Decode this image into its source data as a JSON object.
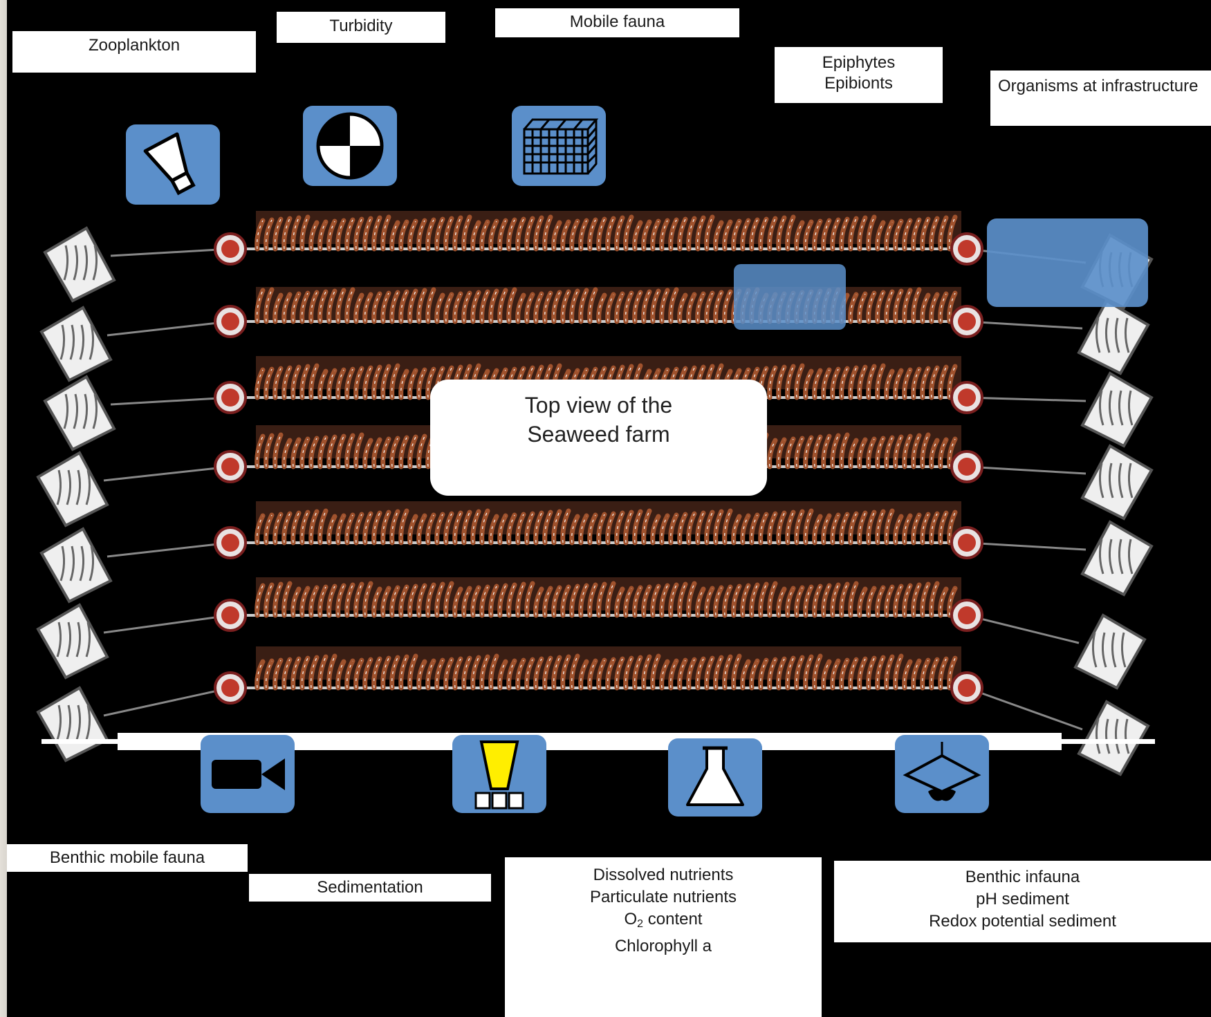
{
  "labels": {
    "zooplankton": "Zooplankton",
    "turbidity": "Turbidity",
    "mobile_fauna": "Mobile fauna",
    "epiphytes": [
      "Epiphytes",
      "Epibionts"
    ],
    "organisms_infrastructure": "Organisms at infrastructure",
    "benthic_mobile_fauna": "Benthic mobile fauna",
    "sedimentation": "Sedimentation",
    "water_parameters": [
      "Dissolved nutrients",
      "Particulate nutrients",
      "O",
      "content",
      "Chlorophyll a"
    ],
    "o2_subscript": "2",
    "benthic_infauna": [
      "Benthic infauna",
      "pH sediment",
      "Redox potential sediment"
    ]
  },
  "center_box": [
    "Top view of the",
    "Seaweed farm"
  ],
  "icons": {
    "top": [
      "plankton-net-icon",
      "secchi-disk-icon",
      "fish-trap-icon"
    ],
    "bottom": [
      "video-camera-icon",
      "sediment-trap-icon",
      "flask-icon",
      "grab-sampler-icon"
    ]
  },
  "colors": {
    "icon_tile": "#5b8fca",
    "buoy": "#c0392b",
    "seaweed": "#a0522d",
    "sediment_trap": "#ffee00",
    "background": "#000000"
  }
}
